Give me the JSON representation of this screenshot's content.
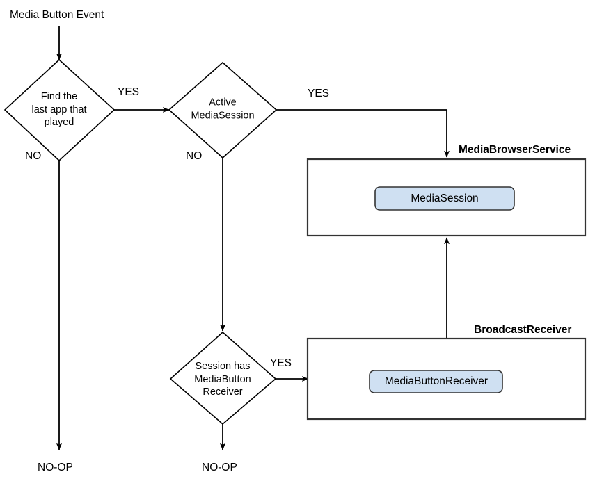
{
  "diagram": {
    "title_text": "Media Button Event",
    "background_color": "#ffffff",
    "line_color": "#000000",
    "chip_fill_color": "#cfe0f2",
    "chip_border_color": "#333333",
    "box_border_color": "#333333"
  },
  "start": {
    "label": "Media Button Event"
  },
  "decisions": [
    {
      "id": "find-last-app",
      "lines": [
        "Find the",
        "last app that",
        "played"
      ],
      "yes_label": "YES",
      "no_label": "NO"
    },
    {
      "id": "active-mediasession",
      "lines": [
        "Active",
        "MediaSession"
      ],
      "yes_label": "YES",
      "no_label": "NO"
    },
    {
      "id": "session-has-mediabutton-receiver",
      "lines": [
        "Session  has",
        "MediaButton",
        "Receiver"
      ],
      "yes_label": "YES"
    }
  ],
  "containers": [
    {
      "id": "media-browser-service",
      "title": "MediaBrowserService",
      "chip_label": "MediaSession"
    },
    {
      "id": "broadcast-receiver",
      "title": "BroadcastReceiver",
      "chip_label": "MediaButtonReceiver"
    }
  ],
  "terminals": [
    {
      "id": "noop-left",
      "label": "NO-OP"
    },
    {
      "id": "noop-middle",
      "label": "NO-OP"
    }
  ]
}
